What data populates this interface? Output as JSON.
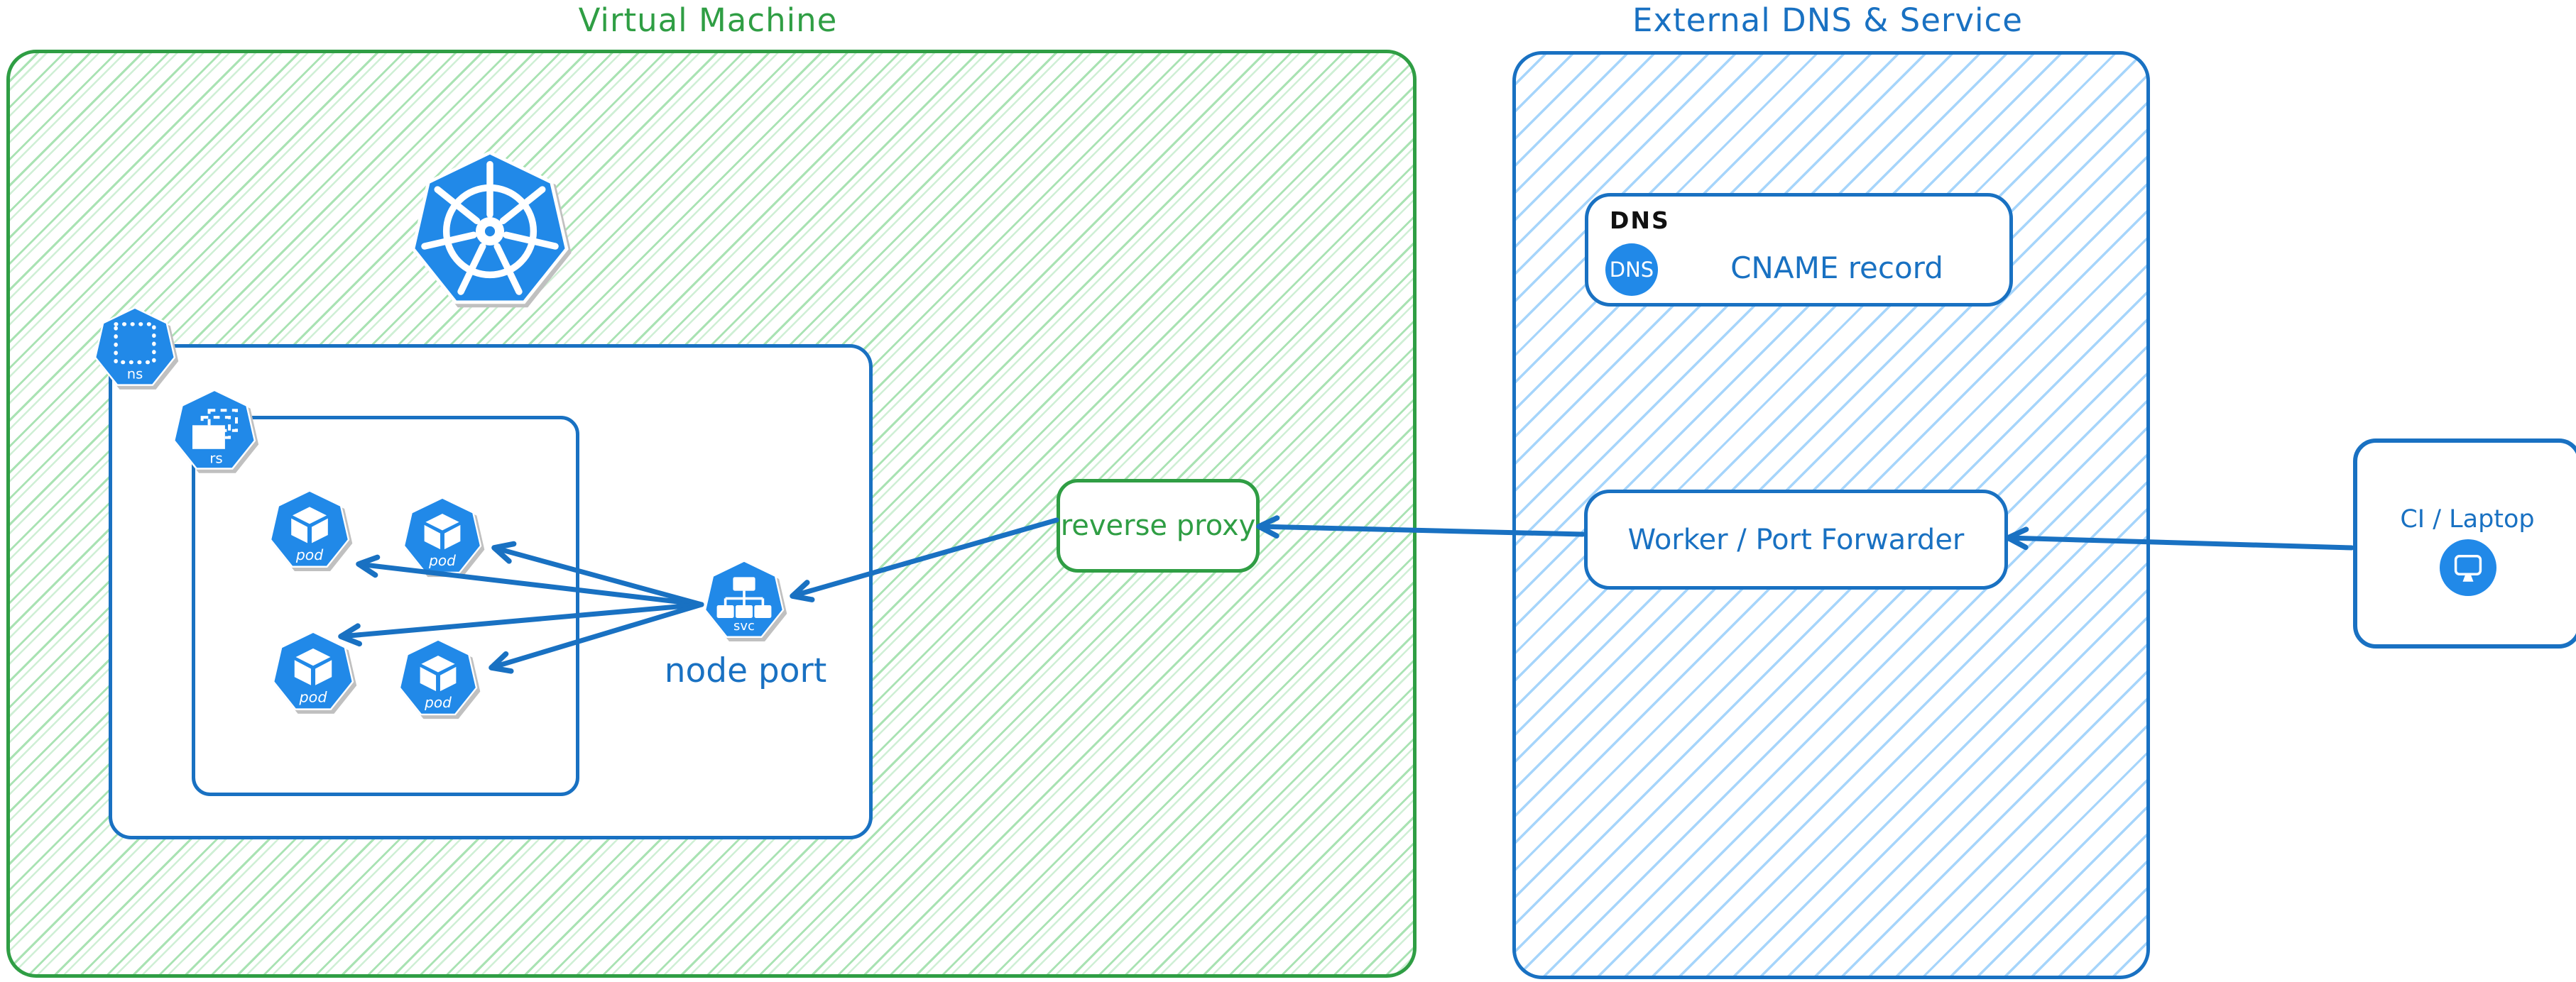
{
  "vm": {
    "title": "Virtual Machine",
    "kubernetes_logo": "kubernetes",
    "namespace": {
      "icon_label": "ns"
    },
    "replicaset": {
      "icon_label": "rs"
    },
    "pods": [
      {
        "label": "pod"
      },
      {
        "label": "pod"
      },
      {
        "label": "pod"
      },
      {
        "label": "pod"
      }
    ],
    "service": {
      "icon_label": "svc",
      "caption": "node port"
    },
    "reverse_proxy": {
      "label": "reverse proxy"
    }
  },
  "external": {
    "title": "External DNS & Service",
    "dns": {
      "tag": "DNS",
      "badge": "DNS",
      "record": "CNAME record"
    },
    "worker": {
      "label": "Worker / Port Forwarder"
    }
  },
  "client": {
    "label": "CI / Laptop"
  },
  "colors": {
    "green": "#2f9e44",
    "green_hatch": "#69db7c",
    "blue": "#1971c2",
    "blue_hatch": "#74c0fc",
    "icon_blue": "#2189e8",
    "shadow_grey": "#c0c0c0",
    "text_black": "#111111"
  }
}
